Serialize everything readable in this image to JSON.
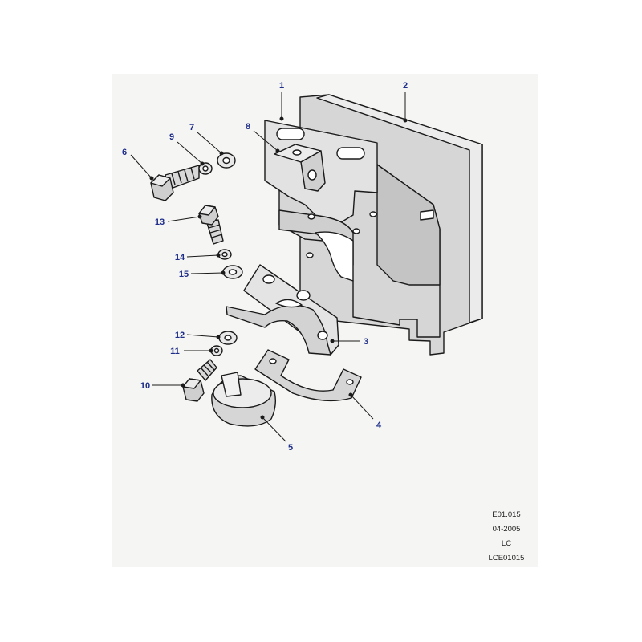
{
  "colors": {
    "paper": "#f5f5f3",
    "part_fill": "#d6d6d6",
    "part_fill_light": "#ffffff",
    "outline": "#1a1a1a",
    "callout": "#1f2e8a"
  },
  "callouts": [
    {
      "number": "1"
    },
    {
      "number": "2"
    },
    {
      "number": "3"
    },
    {
      "number": "4"
    },
    {
      "number": "5"
    },
    {
      "number": "6"
    },
    {
      "number": "7"
    },
    {
      "number": "8"
    },
    {
      "number": "9"
    },
    {
      "number": "10"
    },
    {
      "number": "11"
    },
    {
      "number": "12"
    },
    {
      "number": "13"
    },
    {
      "number": "14"
    },
    {
      "number": "15"
    }
  ],
  "footer": {
    "code": "E01.015",
    "date": "04-2005",
    "initials": "LC",
    "reference": "LCE01015"
  }
}
